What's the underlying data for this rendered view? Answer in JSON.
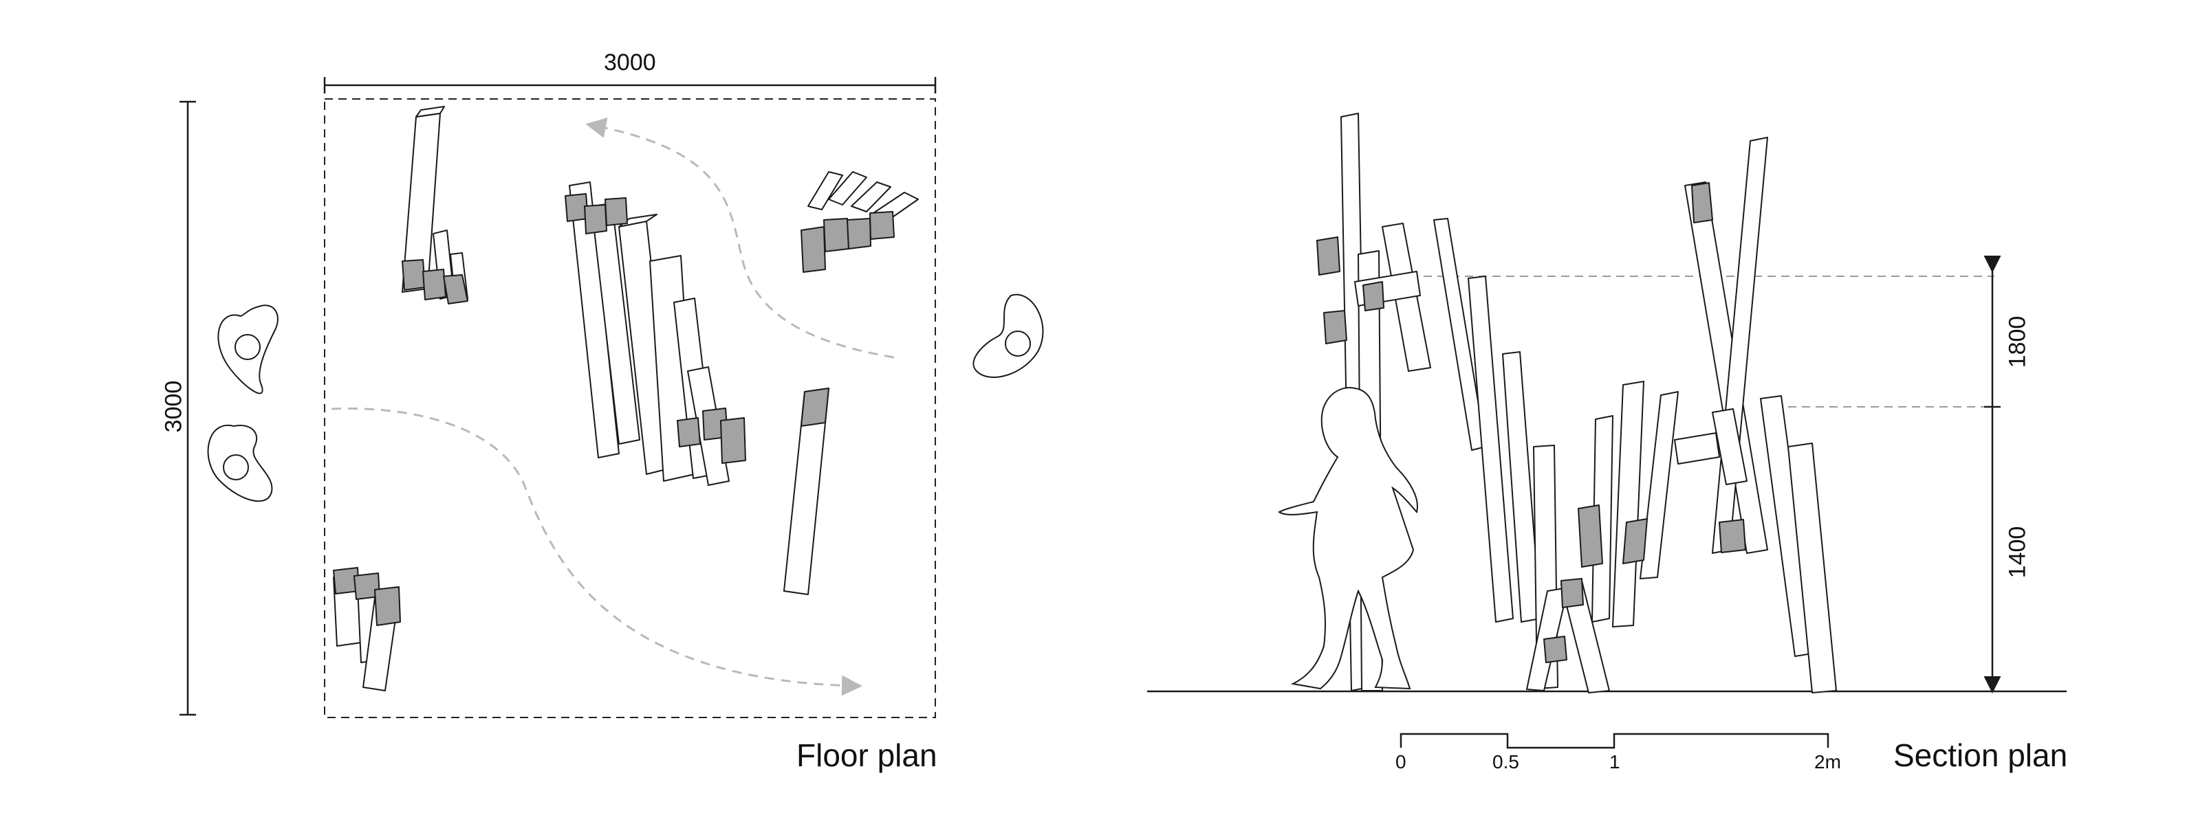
{
  "floor_plan": {
    "caption": "Floor plan",
    "width_dim": "3000",
    "depth_dim": "3000"
  },
  "section_plan": {
    "caption": "Section plan",
    "upper_dim": "1800",
    "lower_dim": "1400",
    "scale_ticks": [
      "0",
      "0.5",
      "1",
      "2m"
    ]
  },
  "colors": {
    "line": "#1a1a1a",
    "cap_fill": "#a3a3a3",
    "path_dash": "#b9b9b9"
  }
}
